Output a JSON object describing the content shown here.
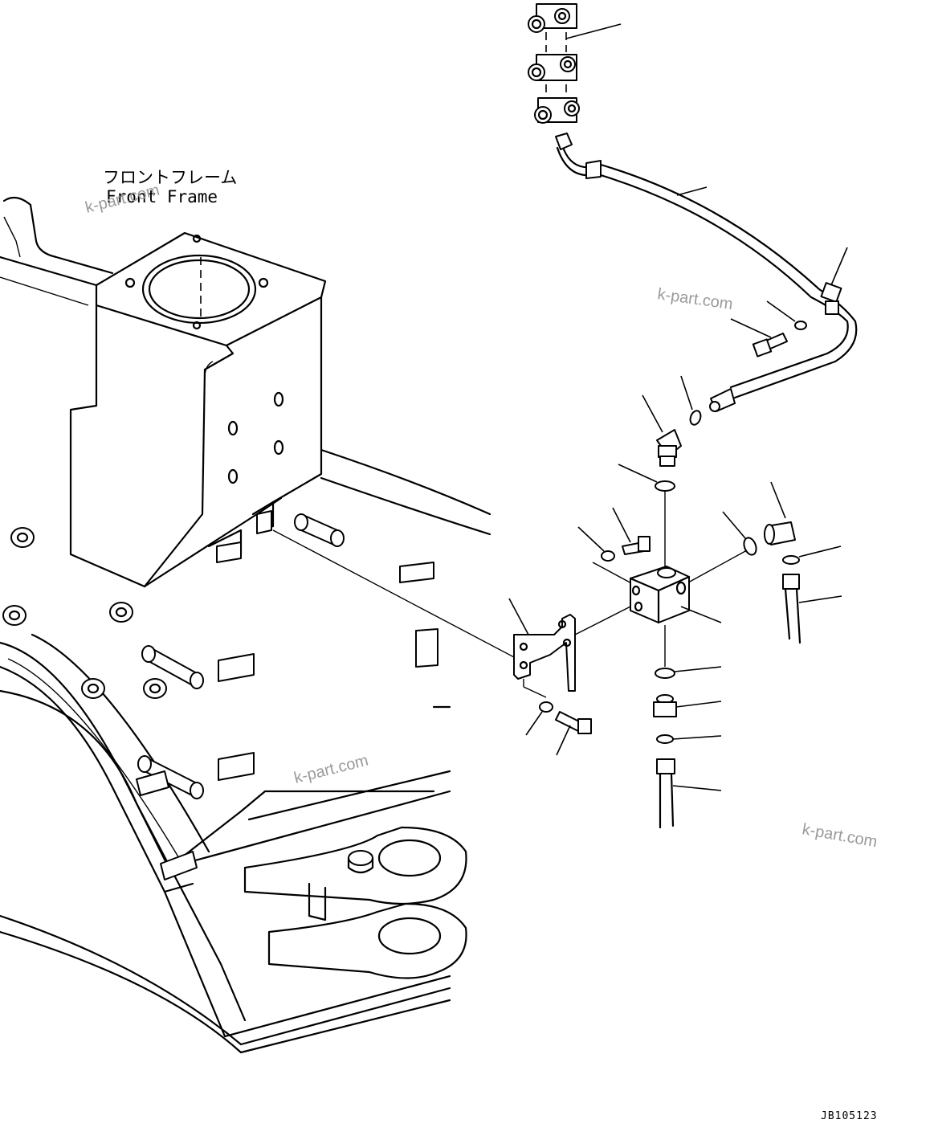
{
  "labels": {
    "frame_jp": "フロントフレーム",
    "frame_en": "Front Frame",
    "drawing_code": "JB105123"
  },
  "watermarks": [
    "k-part.com",
    "k-part.com",
    "k-part.com",
    "k-part.com"
  ]
}
